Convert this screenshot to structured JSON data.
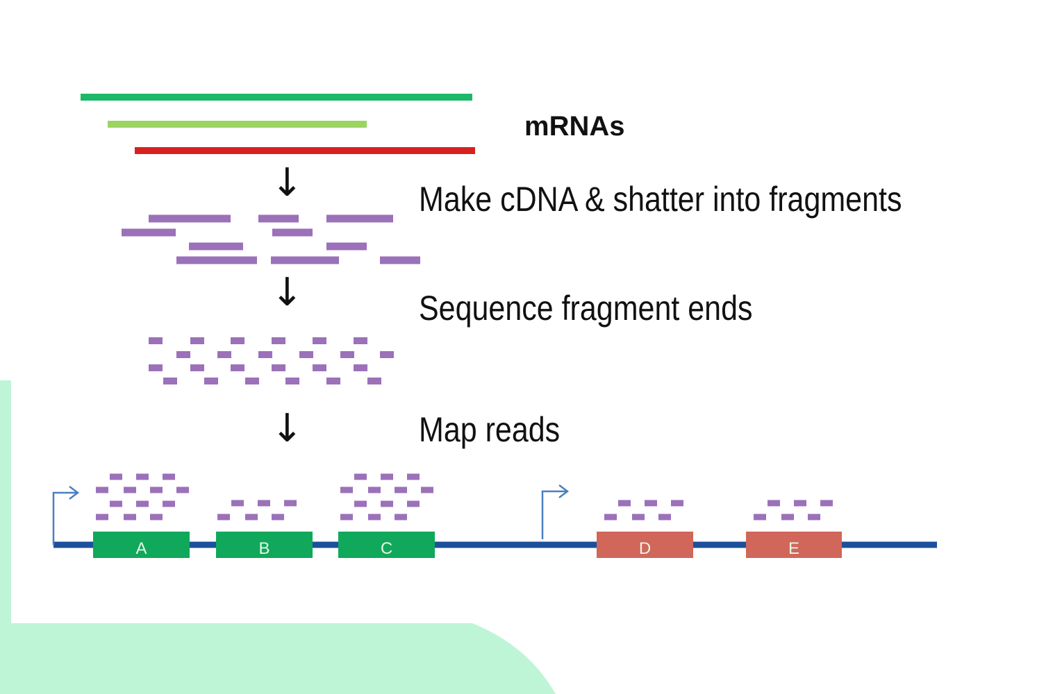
{
  "labels": {
    "mrnas": "mRNAs",
    "step1": "Make cDNA & shatter into fragments",
    "step2": "Sequence fragment ends",
    "step3": "Map reads"
  },
  "arrow_glyph": "↓",
  "exons": [
    {
      "label": "A",
      "color": "#10a85a"
    },
    {
      "label": "B",
      "color": "#10a85a"
    },
    {
      "label": "C",
      "color": "#10a85a"
    },
    {
      "label": "D",
      "color": "#d1665a"
    },
    {
      "label": "E",
      "color": "#d1665a"
    }
  ],
  "colors": {
    "mrna_1": "#1db86a",
    "mrna_2": "#9cd462",
    "mrna_3": "#d7211f",
    "fragment": "#9b71b9",
    "genome_line": "#1c4f9c",
    "tss_arrow": "#4a7fc0",
    "exon_text": "#e8f5e8",
    "background_shape": "#bff5d7"
  }
}
